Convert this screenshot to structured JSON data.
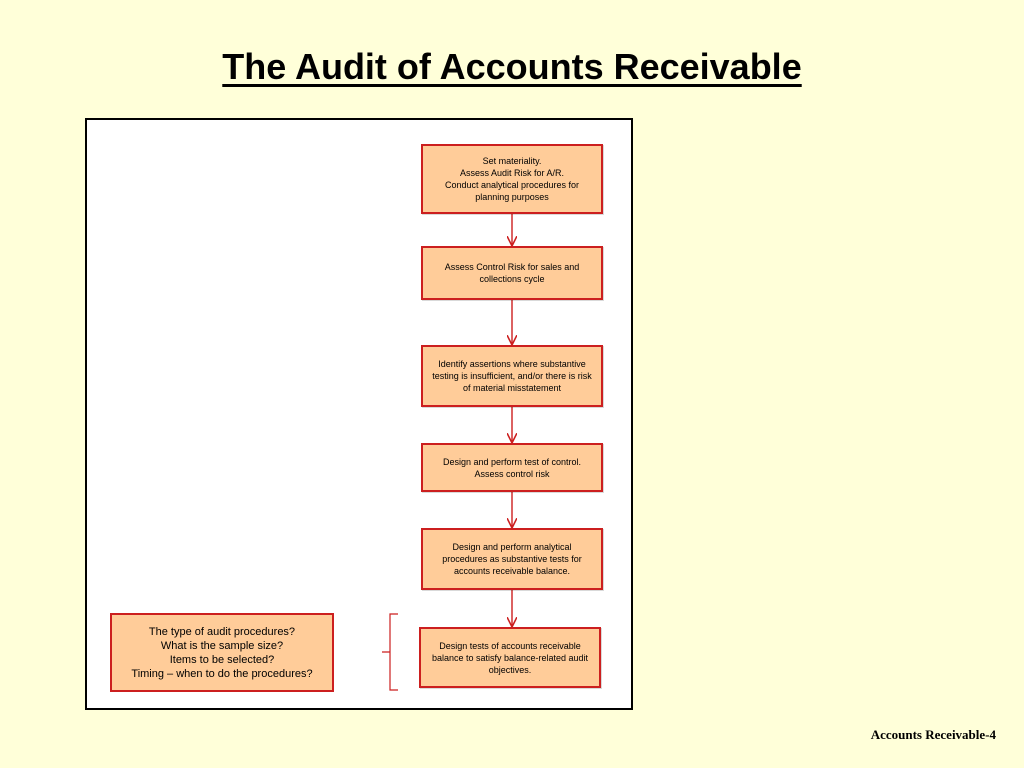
{
  "slide": {
    "title": "The Audit of Accounts Receivable",
    "footer": "Accounts Receivable-4"
  },
  "colors": {
    "background": "#ffffd9",
    "box_fill": "#ffcc99",
    "box_border": "#cc1f1f",
    "arrow": "#cc1f1f"
  },
  "flow": {
    "steps": [
      {
        "text": "Set materiality.\nAssess Audit Risk for A/R.\nConduct analytical procedures for planning purposes"
      },
      {
        "text": "Assess Control Risk for sales and collections cycle"
      },
      {
        "text": "Identify assertions where substantive testing is insufficient, and/or there is risk of material misstatement"
      },
      {
        "text": "Design and perform test of control.\nAssess control risk"
      },
      {
        "text": "Design and perform analytical procedures as substantive tests for accounts receivable balance."
      },
      {
        "text": "Design tests of accounts receivable balance to satisfy balance-related audit objectives."
      }
    ],
    "questions": {
      "text": "The type of audit procedures?\nWhat is the sample size?\nItems to be selected?\nTiming – when to do the procedures?"
    }
  }
}
